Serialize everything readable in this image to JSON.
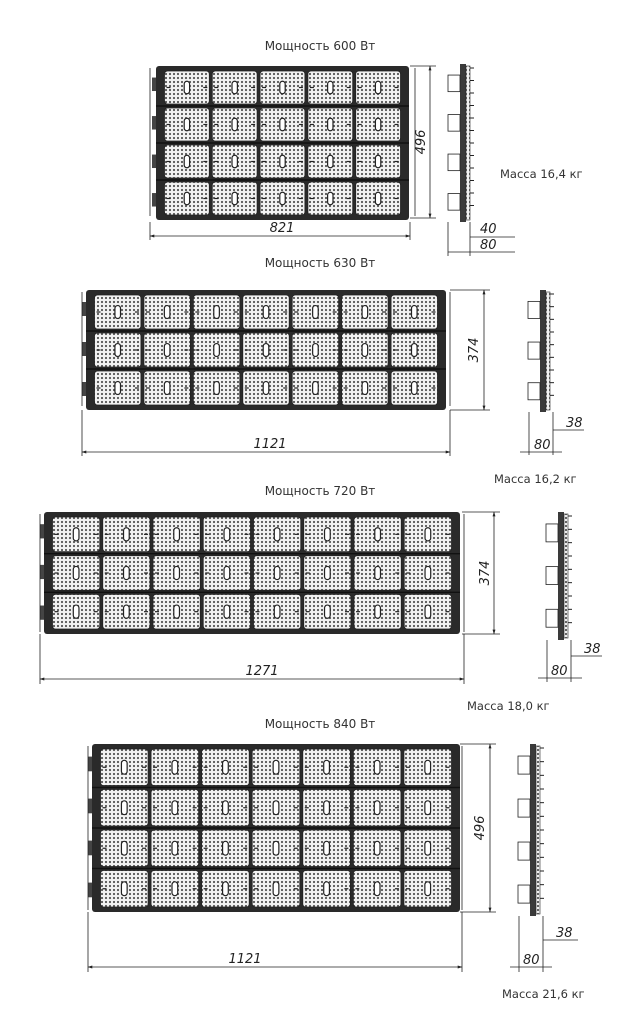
{
  "variants": [
    {
      "title": "Мощность 600 Вт",
      "mass": "Масса 16,4 кг",
      "width": "821",
      "height": "496",
      "depth": "80",
      "thickness": "40",
      "cols": 5,
      "rows": 4
    },
    {
      "title": "Мощность 630 Вт",
      "mass": "Масса 16,2 кг",
      "width": "1121",
      "height": "374",
      "depth": "80",
      "thickness": "38",
      "cols": 7,
      "rows": 3
    },
    {
      "title": "Мощность 720 Вт",
      "mass": "Масса 18,0 кг",
      "width": "1271",
      "height": "374",
      "depth": "80",
      "thickness": "38",
      "cols": 8,
      "rows": 3
    },
    {
      "title": "Мощность 840 Вт",
      "mass": "Масса 21,6 кг",
      "width": "1121",
      "height": "496",
      "depth": "80",
      "thickness": "38",
      "cols": 7,
      "rows": 4
    }
  ]
}
